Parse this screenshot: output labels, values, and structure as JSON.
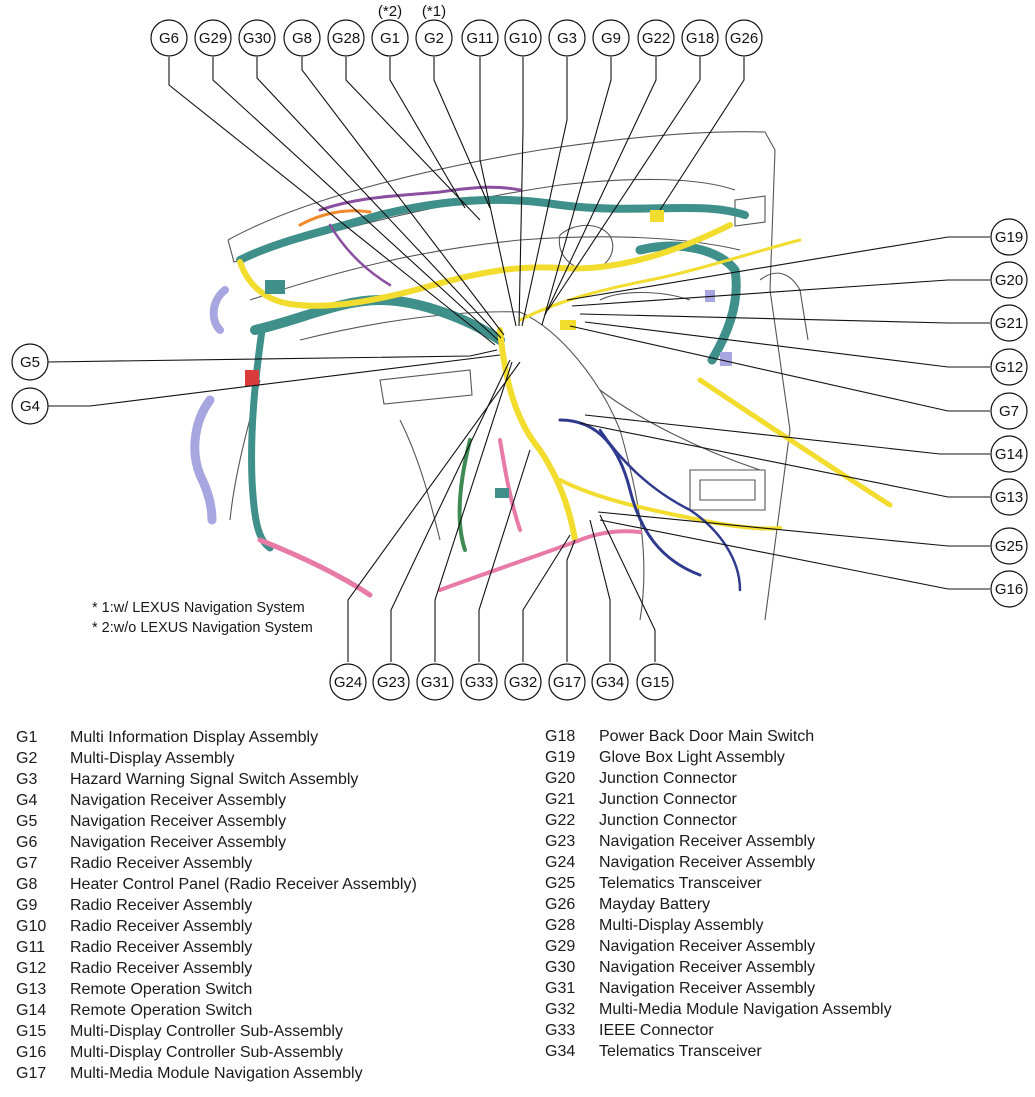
{
  "top_callouts": [
    {
      "id": "G6"
    },
    {
      "id": "G29"
    },
    {
      "id": "G30"
    },
    {
      "id": "G8"
    },
    {
      "id": "G28"
    },
    {
      "id": "G1",
      "mark": "(*2)"
    },
    {
      "id": "G2",
      "mark": "(*1)"
    },
    {
      "id": "G11"
    },
    {
      "id": "G10"
    },
    {
      "id": "G3"
    },
    {
      "id": "G9"
    },
    {
      "id": "G22"
    },
    {
      "id": "G18"
    },
    {
      "id": "G26"
    }
  ],
  "right_callouts": [
    "G19",
    "G20",
    "G21",
    "G12",
    "G7",
    "G14",
    "G13",
    "G25",
    "G16"
  ],
  "left_callouts": [
    "G5",
    "G4"
  ],
  "bottom_callouts": [
    "G24",
    "G23",
    "G31",
    "G33",
    "G32",
    "G17",
    "G34",
    "G15"
  ],
  "notes": [
    "* 1:w/ LEXUS Navigation System",
    "* 2:w/o LEXUS Navigation System"
  ],
  "legend_left": [
    {
      "code": "G1",
      "name": "Multi Information Display Assembly"
    },
    {
      "code": "G2",
      "name": "Multi-Display Assembly"
    },
    {
      "code": "G3",
      "name": "Hazard Warning Signal Switch Assembly"
    },
    {
      "code": "G4",
      "name": "Navigation Receiver Assembly"
    },
    {
      "code": "G5",
      "name": "Navigation Receiver Assembly"
    },
    {
      "code": "G6",
      "name": "Navigation Receiver Assembly"
    },
    {
      "code": "G7",
      "name": "Radio Receiver Assembly"
    },
    {
      "code": "G8",
      "name": "Heater Control Panel (Radio Receiver Assembly)"
    },
    {
      "code": "G9",
      "name": "Radio Receiver Assembly"
    },
    {
      "code": "G10",
      "name": "Radio Receiver Assembly"
    },
    {
      "code": "G11",
      "name": "Radio Receiver Assembly"
    },
    {
      "code": "G12",
      "name": "Radio Receiver Assembly"
    },
    {
      "code": "G13",
      "name": "Remote Operation Switch"
    },
    {
      "code": "G14",
      "name": "Remote Operation Switch"
    },
    {
      "code": "G15",
      "name": "Multi-Display Controller Sub-Assembly"
    },
    {
      "code": "G16",
      "name": "Multi-Display Controller Sub-Assembly"
    },
    {
      "code": "G17",
      "name": "Multi-Media Module Navigation Assembly"
    }
  ],
  "legend_right": [
    {
      "code": "G18",
      "name": "Power Back Door Main Switch"
    },
    {
      "code": "G19",
      "name": "Glove Box Light Assembly"
    },
    {
      "code": "G20",
      "name": "Junction Connector"
    },
    {
      "code": "G21",
      "name": "Junction Connector"
    },
    {
      "code": "G22",
      "name": "Junction Connector"
    },
    {
      "code": "G23",
      "name": "Navigation Receiver Assembly"
    },
    {
      "code": "G24",
      "name": "Navigation Receiver Assembly"
    },
    {
      "code": "G25",
      "name": "Telematics Transceiver"
    },
    {
      "code": "G26",
      "name": "Mayday Battery"
    },
    {
      "code": "G28",
      "name": "Multi-Display Assembly"
    },
    {
      "code": "G29",
      "name": "Navigation Receiver Assembly"
    },
    {
      "code": "G30",
      "name": "Navigation Receiver Assembly"
    },
    {
      "code": "G31",
      "name": "Navigation Receiver Assembly"
    },
    {
      "code": "G32",
      "name": "Multi-Media Module Navigation Assembly"
    },
    {
      "code": "G33",
      "name": "IEEE Connector"
    },
    {
      "code": "G34",
      "name": "Telematics Transceiver"
    }
  ],
  "colors": {
    "harness_yellow": "#f2dc2e",
    "harness_teal": "#3f8f8a",
    "harness_purple": "#8a4fa0",
    "harness_pink": "#e77aa6",
    "harness_navy": "#2f3a8f",
    "harness_green": "#3e8a52",
    "harness_orange": "#f08a2a",
    "harness_lavender": "#a8a6e0",
    "line_black": "#111111"
  }
}
